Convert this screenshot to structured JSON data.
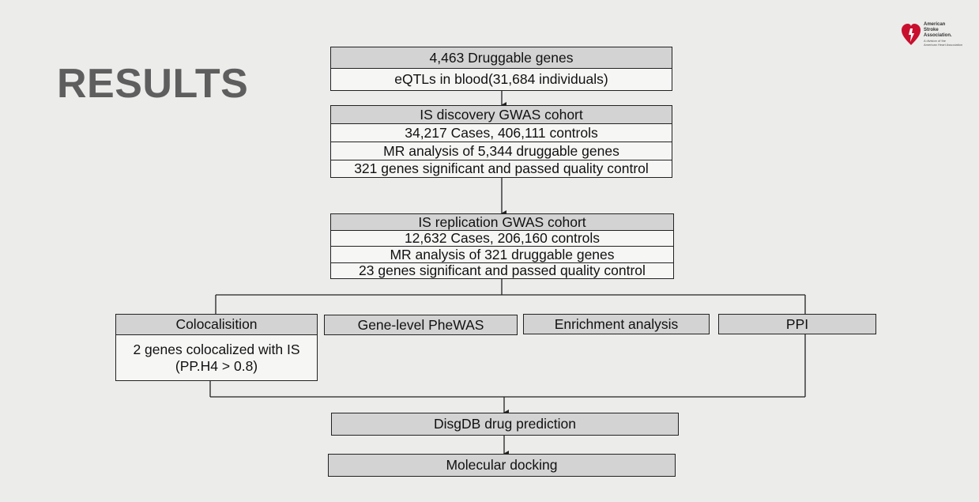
{
  "slide": {
    "title": "RESULTS"
  },
  "logo": {
    "line1": "American",
    "line2": "Stroke",
    "line3": "Association.",
    "line4": "A division of the",
    "line5": "American Heart Association"
  },
  "colors": {
    "header_fill": "#d3d3d3",
    "box_fill": "#f6f6f5",
    "logo_red": "#c8102e",
    "title_gray": "#5e5e5e"
  },
  "flow": {
    "druggable": {
      "header": "4,463 Druggable genes",
      "line1": "eQTLs in blood(31,684 individuals)"
    },
    "discovery": {
      "header": "IS discovery GWAS cohort",
      "line1": "34,217 Cases, 406,111 controls",
      "line2": "MR analysis of 5,344 druggable genes",
      "line3": "321 genes significant and passed quality control"
    },
    "replication": {
      "header": "IS replication  GWAS cohort",
      "line1": "12,632 Cases, 206,160 controls",
      "line2": "MR analysis of  321 druggable genes",
      "line3": "23 genes significant and passed quality control"
    },
    "branches": {
      "colocalisation": "Colocalisition",
      "coloc_result_line1": "2 genes colocalized with IS",
      "coloc_result_line2": "(PP.H4  > 0.8)",
      "phewas": "Gene-level PheWAS",
      "enrichment": "Enrichment analysis",
      "ppi": "PPI"
    },
    "disgdb": "DisgDB drug prediction",
    "docking": "Molecular docking"
  }
}
